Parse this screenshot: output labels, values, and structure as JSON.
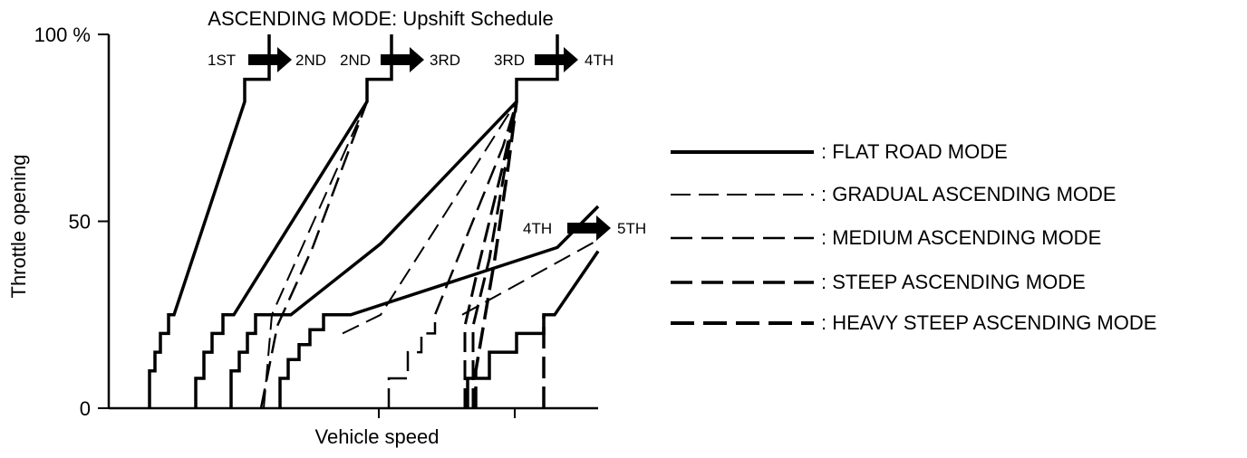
{
  "chart_data": {
    "type": "line",
    "title": "ASCENDING MODE: Upshift Schedule",
    "xlabel": "Vehicle speed",
    "ylabel": "Throttle opening",
    "ylim": [
      0,
      100
    ],
    "y_ticks": [
      {
        "value": 100,
        "label": "100 %"
      },
      {
        "value": 50,
        "label": "50"
      },
      {
        "value": 0,
        "label": "0"
      }
    ],
    "grid": false,
    "legend_position": "right",
    "legend": [
      {
        "key": "flat",
        "label": ": FLAT ROAD MODE",
        "dash": "solid"
      },
      {
        "key": "gradual",
        "label": ": GRADUAL ASCENDING MODE",
        "dash": "long-thin"
      },
      {
        "key": "medium",
        "label": ": MEDIUM ASCENDING MODE",
        "dash": "long"
      },
      {
        "key": "steep",
        "label": ": STEEP ASCENDING MODE",
        "dash": "long-thick"
      },
      {
        "key": "heavy",
        "label": ": HEAVY STEEP ASCENDING MODE",
        "dash": "long-thicker"
      }
    ],
    "shift_labels": [
      {
        "from": "1ST",
        "to": "2ND"
      },
      {
        "from": "2ND",
        "to": "3RD"
      },
      {
        "from": "3RD",
        "to": "4TH"
      },
      {
        "from": "4TH",
        "to": "5TH"
      }
    ],
    "series": [
      {
        "mode": "flat",
        "shift": "1-2",
        "points": [
          [
            15,
            0
          ],
          [
            15,
            10
          ],
          [
            17,
            10
          ],
          [
            17,
            15
          ],
          [
            19,
            15
          ],
          [
            19,
            20
          ],
          [
            22,
            20
          ],
          [
            22,
            25
          ],
          [
            24,
            25
          ],
          [
            50,
            82
          ],
          [
            50,
            88
          ],
          [
            59,
            88
          ],
          [
            59,
            100
          ]
        ]
      },
      {
        "mode": "flat",
        "shift": "2-3",
        "points": [
          [
            32,
            0
          ],
          [
            32,
            8
          ],
          [
            35,
            8
          ],
          [
            35,
            15
          ],
          [
            38,
            15
          ],
          [
            38,
            20
          ],
          [
            42,
            20
          ],
          [
            42,
            25
          ],
          [
            46,
            25
          ],
          [
            95,
            82
          ],
          [
            95,
            88
          ],
          [
            104,
            88
          ],
          [
            104,
            100
          ]
        ]
      },
      {
        "mode": "flat",
        "shift": "3-4",
        "points": [
          [
            45,
            0
          ],
          [
            45,
            10
          ],
          [
            48,
            10
          ],
          [
            48,
            15
          ],
          [
            51,
            15
          ],
          [
            51,
            20
          ],
          [
            54,
            20
          ],
          [
            54,
            25
          ],
          [
            67,
            25
          ],
          [
            100,
            44
          ],
          [
            150,
            82
          ],
          [
            150,
            88
          ],
          [
            165,
            88
          ],
          [
            165,
            100
          ]
        ]
      },
      {
        "mode": "flat",
        "shift": "4-5",
        "points": [
          [
            63,
            0
          ],
          [
            63,
            8
          ],
          [
            66,
            8
          ],
          [
            66,
            13
          ],
          [
            70,
            13
          ],
          [
            70,
            17
          ],
          [
            74,
            17
          ],
          [
            74,
            21
          ],
          [
            79,
            21
          ],
          [
            79,
            25
          ],
          [
            89,
            25
          ],
          [
            165,
            43
          ],
          [
            180,
            54
          ]
        ]
      },
      {
        "mode": "flat",
        "shift": "5-lower",
        "points": [
          [
            132,
            0
          ],
          [
            132,
            8
          ],
          [
            140,
            8
          ],
          [
            140,
            15
          ],
          [
            150,
            15
          ],
          [
            150,
            20
          ],
          [
            160,
            20
          ],
          [
            160,
            25
          ],
          [
            164,
            25
          ],
          [
            180,
            42
          ]
        ]
      },
      {
        "mode": "gradual",
        "shift": "2-3",
        "points": [
          [
            57,
            0
          ],
          [
            60,
            25
          ],
          [
            95,
            82
          ]
        ]
      },
      {
        "mode": "gradual",
        "shift": "3-4",
        "points": [
          [
            86,
            20
          ],
          [
            100,
            25
          ],
          [
            150,
            82
          ]
        ]
      },
      {
        "mode": "gradual",
        "shift": "4-5",
        "points": [
          [
            130,
            25
          ],
          [
            180,
            45
          ]
        ]
      },
      {
        "mode": "medium",
        "shift": "2-3",
        "points": [
          [
            56,
            0
          ],
          [
            62,
            22
          ],
          [
            75,
            43
          ],
          [
            95,
            82
          ]
        ]
      },
      {
        "mode": "medium",
        "shift": "3-4",
        "points": [
          [
            103,
            0
          ],
          [
            103,
            8
          ],
          [
            110,
            8
          ],
          [
            110,
            15
          ],
          [
            115,
            15
          ],
          [
            115,
            20
          ],
          [
            120,
            20
          ],
          [
            120,
            25
          ],
          [
            145,
            70
          ],
          [
            150,
            82
          ]
        ]
      },
      {
        "mode": "steep",
        "shift": "3-4",
        "points": [
          [
            134,
            0
          ],
          [
            134,
            22
          ],
          [
            140,
            40
          ],
          [
            150,
            82
          ]
        ]
      },
      {
        "mode": "steep",
        "shift": "3-4b",
        "points": [
          [
            131,
            0
          ],
          [
            131,
            22
          ],
          [
            136,
            38
          ],
          [
            145,
            65
          ],
          [
            150,
            82
          ]
        ]
      },
      {
        "mode": "heavy",
        "shift": "4-5",
        "points": [
          [
            160,
            0
          ],
          [
            160,
            25
          ]
        ]
      },
      {
        "mode": "heavy",
        "shift": "3-4",
        "points": [
          [
            135,
            0
          ],
          [
            135,
            10
          ],
          [
            142,
            40
          ],
          [
            147,
            65
          ],
          [
            150,
            82
          ]
        ]
      }
    ]
  }
}
